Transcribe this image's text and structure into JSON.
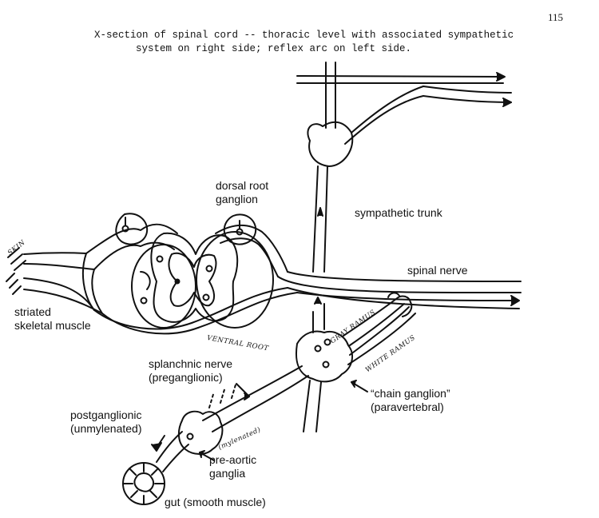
{
  "page_number": "115",
  "title": {
    "line1": "X-section of spinal cord -- thoracic level with associated sympathetic",
    "line2": "system on right side; reflex arc on left side."
  },
  "labels": {
    "dorsal_root_ganglion": [
      "dorsal root",
      "ganglion"
    ],
    "sympathetic_trunk": "sympathetic trunk",
    "spinal_nerve": "spinal nerve",
    "striated_skeletal_muscle": [
      "striated",
      "skeletal muscle"
    ],
    "splanchnic_nerve": [
      "splanchnic nerve",
      "(preganglionic)"
    ],
    "postganglionic": [
      "postganglionic",
      "(unmylenated)"
    ],
    "chain_ganglion": [
      "“chain ganglion”",
      "(paravertebral)"
    ],
    "pre_aortic_ganglia": [
      "pre-aortic",
      "ganglia"
    ],
    "gut": "gut (smooth muscle)"
  },
  "handwritten": {
    "skin": "SKIN",
    "ventral_root": "VENTRAL ROOT",
    "gray_ramus": "GRAY RAMUS",
    "white_ramus": "WHITE RAMUS",
    "mylenated": "(mylenated)"
  },
  "colors": {
    "ink": "#111111",
    "paper": "#ffffff"
  }
}
